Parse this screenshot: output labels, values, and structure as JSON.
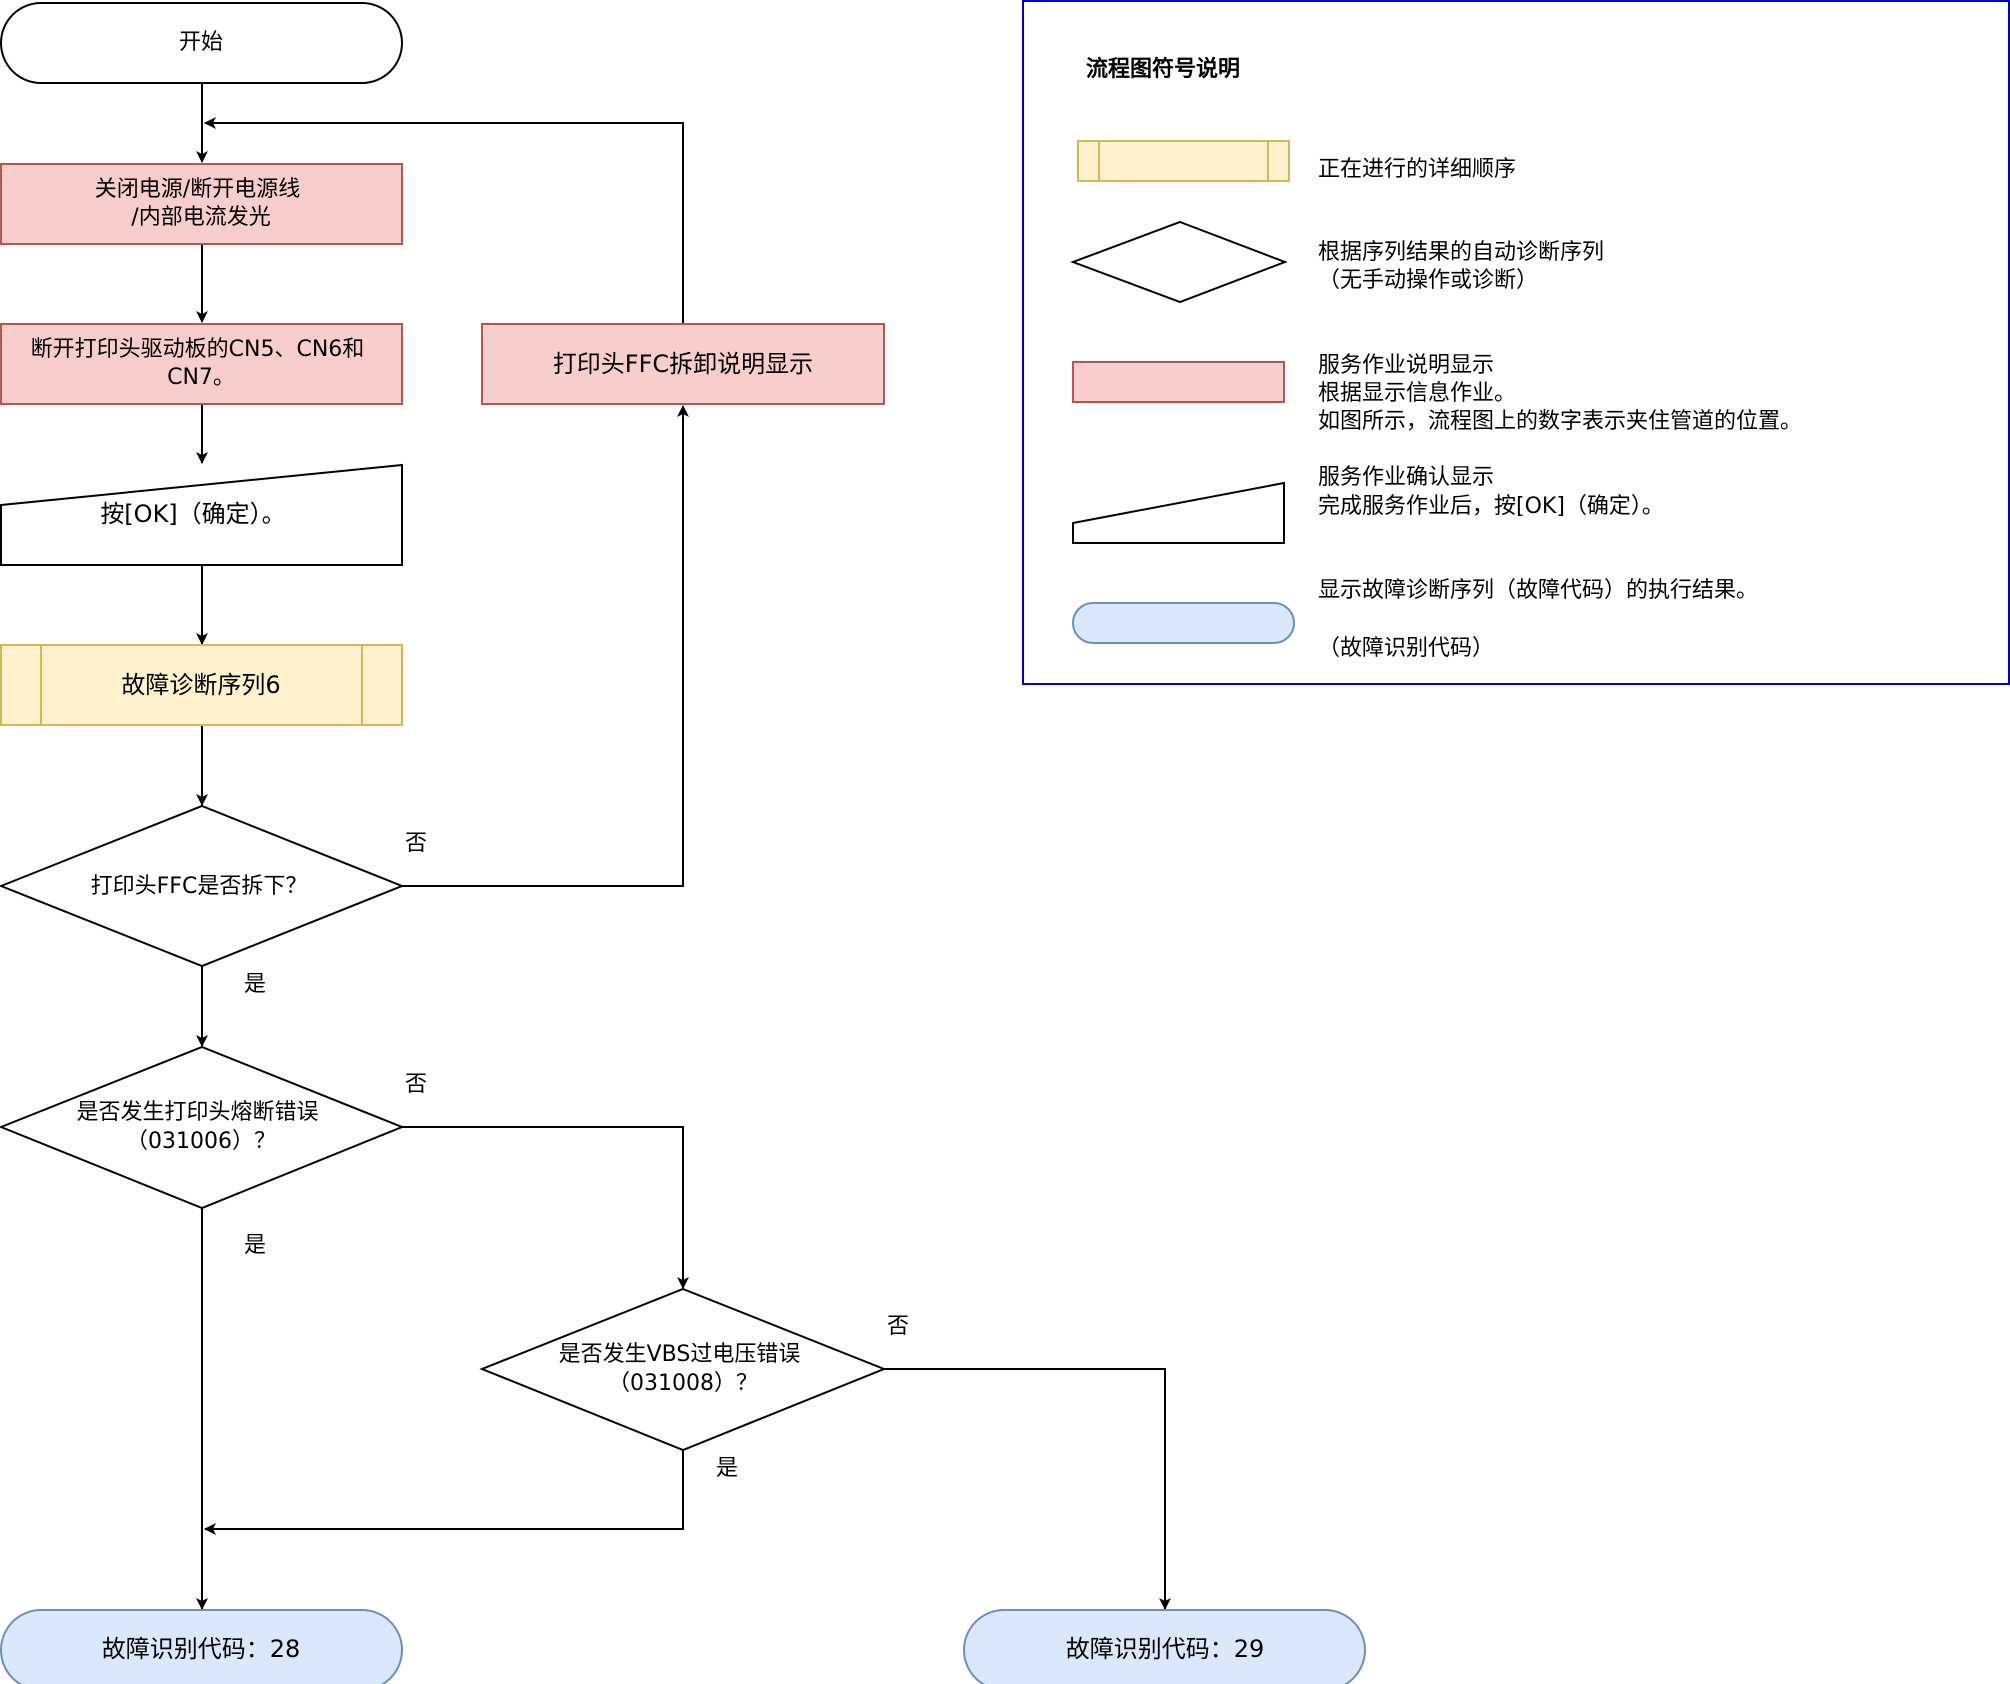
{
  "nodes": {
    "start": {
      "lines": [
        "开始"
      ]
    },
    "power_off": {
      "lines": [
        "关闭电源/断开电源线",
        "/内部电流发光"
      ]
    },
    "disconnect": {
      "lines": [
        "断开打印头驱动板的CN5、CN6和",
        "CN7。"
      ]
    },
    "press_ok": {
      "lines": [
        "按[OK]（确定）。"
      ]
    },
    "diag_seq6": {
      "lines": [
        "故障诊断序列6"
      ]
    },
    "ffc_question": {
      "lines": [
        "打印头FFC是否拆下？"
      ]
    },
    "ffc_instruction": {
      "lines": [
        "打印头FFC拆卸说明显示"
      ]
    },
    "fuse_question": {
      "lines": [
        "是否发生打印头熔断错误",
        "（031006）？"
      ]
    },
    "vbs_question": {
      "lines": [
        "是否发生VBS过电压错误",
        "（031008）？"
      ]
    },
    "code28": {
      "lines": [
        "故障识别代码：28"
      ]
    },
    "code29": {
      "lines": [
        "故障识别代码：29"
      ]
    }
  },
  "branch_labels": {
    "ffc_no": "否",
    "ffc_yes": "是",
    "fuse_no": "否",
    "fuse_yes": "是",
    "vbs_no": "否",
    "vbs_yes": "是"
  },
  "legend": {
    "title": "流程图符号说明",
    "items": [
      {
        "lines": [
          "正在进行的详细顺序"
        ]
      },
      {
        "lines": [
          "根据序列结果的自动诊断序列",
          "（无手动操作或诊断）"
        ]
      },
      {
        "lines": [
          "服务作业说明显示",
          "根据显示信息作业。",
          "如图所示，流程图上的数字表示夹住管道的位置。"
        ]
      },
      {
        "lines": [
          "服务作业确认显示",
          "完成服务作业后，按[OK]（确定）。"
        ]
      },
      {
        "lines": [
          "显示故障诊断序列（故障代码）的执行结果。",
          "",
          "（故障识别代码）"
        ]
      }
    ]
  },
  "colors": {
    "subprocess_fill": "#fff2cc",
    "subprocess_stroke": "#d6b656",
    "instruction_fill": "#f8cecc",
    "instruction_stroke": "#b85450",
    "terminal_code_fill": "#dae8fc",
    "terminal_code_stroke": "#6c8ebf",
    "legend_border": "#0000cc",
    "line": "#000000"
  }
}
